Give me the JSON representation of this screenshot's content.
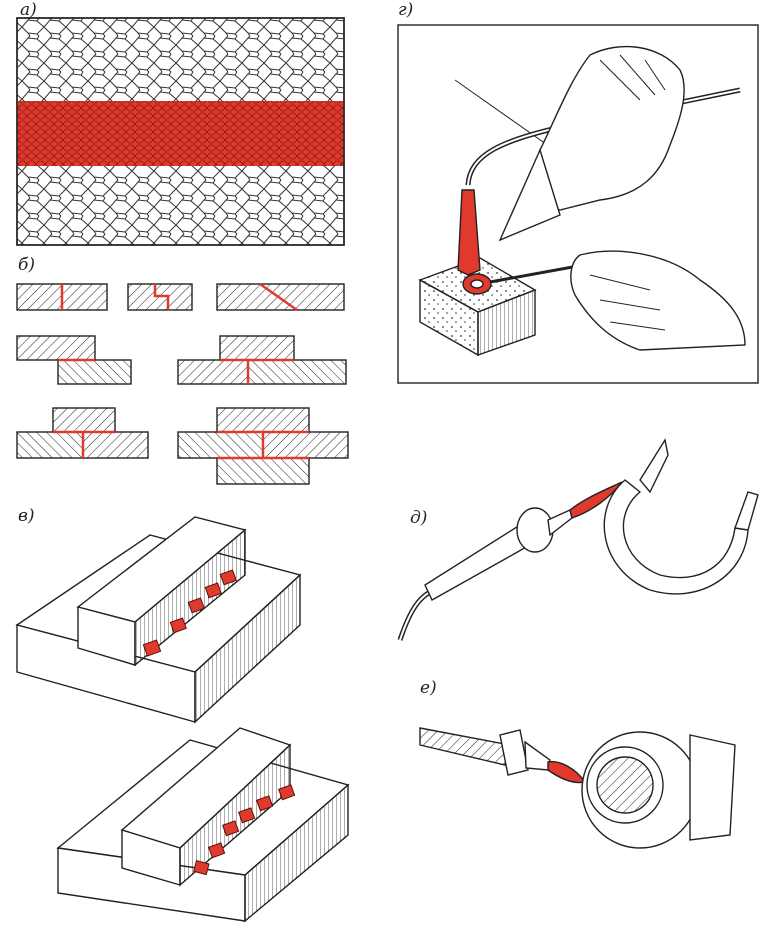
{
  "labels": {
    "a": "а)",
    "b": "б)",
    "v": "в)",
    "g": "г)",
    "d": "д)",
    "e": "е)"
  },
  "colors": {
    "solder_red": "#e03a2e",
    "line": "#222222",
    "background": "#ffffff"
  },
  "icons": {
    "panel_a": "grain-structure-with-solder-band",
    "panel_b": "solder-joint-sections",
    "panel_v": "blocks-with-solder-pieces",
    "panel_g": "hands-soldering-on-block",
    "panel_d": "torch-brazing-ring",
    "panel_e": "torch-brazing-tube"
  }
}
